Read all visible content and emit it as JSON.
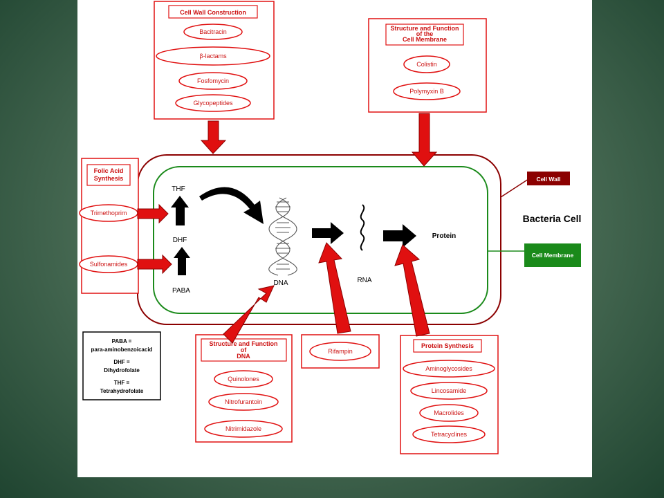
{
  "diagram": {
    "cell_label": "Bacteria Cell",
    "cell_wall_tag": "Cell Wall",
    "cell_membrane_tag": "Cell Membrane",
    "colors": {
      "red": "#e01010",
      "dark_red": "#8b0000",
      "green": "#1a8a1a"
    },
    "inner": {
      "thf": "THF",
      "dhf": "DHF",
      "paba": "PABA",
      "dna": "DNA",
      "rna": "RNA",
      "protein": "Protein"
    },
    "boxes": {
      "cell_wall": {
        "title": "Cell Wall Construction",
        "items": [
          "Bacitracin",
          "β-lactams",
          "Fosfomycin",
          "Glycopeptides"
        ]
      },
      "membrane": {
        "title_lines": [
          "Structure and Function",
          "of the",
          "Cell Membrane"
        ],
        "items": [
          "Colistin",
          "Polymyxin B"
        ]
      },
      "folic": {
        "title_lines": [
          "Folic Acid",
          "Synthesis"
        ],
        "items": [
          "Trimethoprim",
          "Sulfonamides"
        ]
      },
      "dna": {
        "title_lines": [
          "Structure and Function",
          "of",
          "DNA"
        ],
        "items": [
          "Quinolones",
          "Nitrofurantoin",
          "Nitrimidazole"
        ]
      },
      "rifampin": {
        "items": [
          "Rifampin"
        ]
      },
      "protein": {
        "title": "Protein Synthesis",
        "items": [
          "Aminoglycosides",
          "Lincosamide",
          "Macrolides",
          "Tetracyclines"
        ]
      }
    },
    "legend": [
      {
        "abbr": "PABA =",
        "full": "para-aminobenzoicacid"
      },
      {
        "abbr": "DHF =",
        "full": "Dihydrofolate"
      },
      {
        "abbr": "THF =",
        "full": "Tetrahydrofolate"
      }
    ]
  }
}
